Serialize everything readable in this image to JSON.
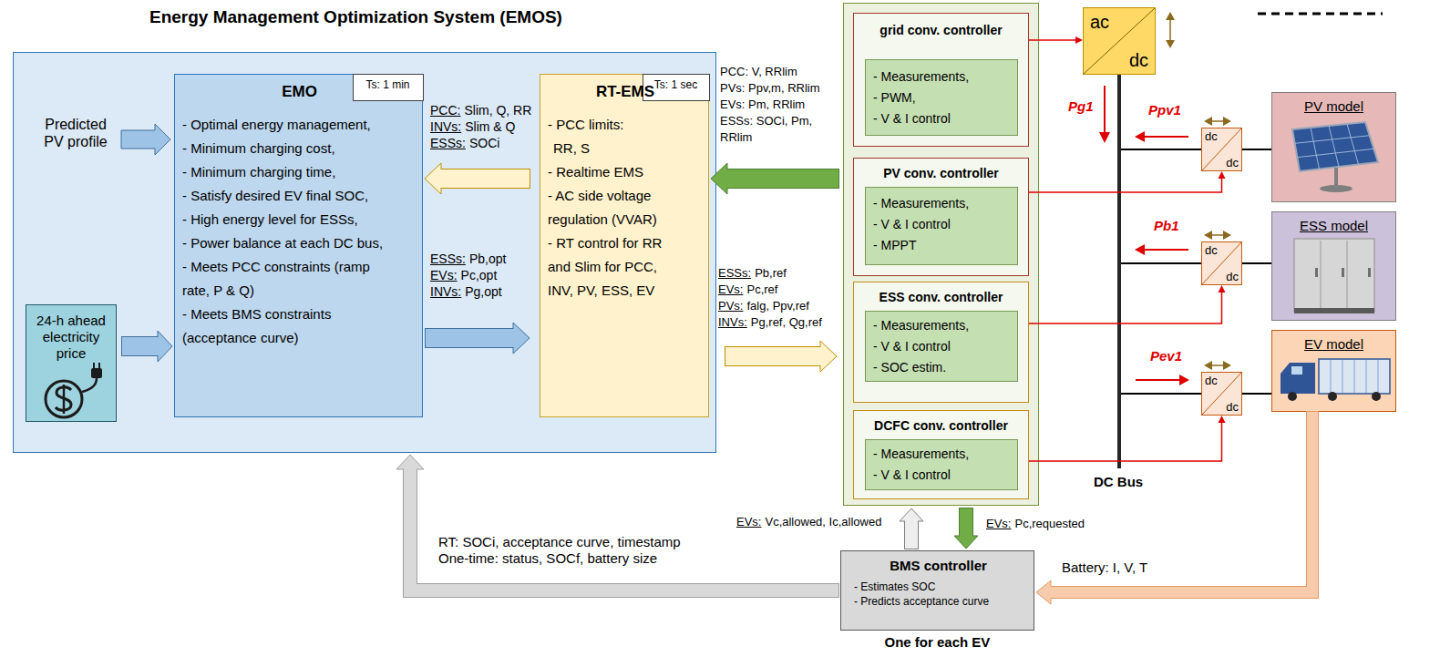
{
  "diagram": {
    "nodes": [
      {
        "text": [
          "Energy Management Optimization System (EMOS)"
        ]
      },
      {
        "text": [
          "EMO",
          "- Optimal energy management,",
          "- Minimum charging cost,",
          "- Minimum charging time,",
          "- Satisfy desired EV final SOC,",
          "- High energy level for ESSs,",
          "- Power balance at each DC bus,",
          "- Meets PCC constraints (ramp rate, P & Q)",
          "- Meets BMS constraints (acceptance curve)"
        ],
        "in": 0
      },
      {
        "text": [
          "Ts: 1 min"
        ],
        "in": 1
      },
      {
        "text": [
          "24-h ahead electricity price"
        ],
        "in": 0
      },
      {
        "text": [
          "RT-EMS",
          "- PCC limits:",
          "RR, S",
          "- Realtime EMS",
          "- AC side voltage regulation (VVAR)",
          "- RT control for RR and Slim for PCC, INV, PV, ESS, EV"
        ],
        "in": 0
      },
      {
        "text": [
          "Ts: 1 sec"
        ],
        "in": 4
      },
      {
        "text": []
      },
      {
        "text": [
          "grid conv. controller"
        ],
        "in": 6
      },
      {
        "text": [
          "- Measurements,",
          "- PWM,",
          "- V & I control"
        ],
        "in": 7
      },
      {
        "text": [
          "PV conv. controller"
        ],
        "in": 6
      },
      {
        "text": [
          "- Measurements,",
          "- V & I control",
          "- MPPT"
        ],
        "in": 9
      },
      {
        "text": [
          "ESS conv. controller"
        ],
        "in": 6
      },
      {
        "text": [
          "- Measurements,",
          "- V & I control",
          "- SOC estim."
        ],
        "in": 11
      },
      {
        "text": [
          "DCFC conv. controller"
        ],
        "in": 6
      },
      {
        "text": [
          "- Measurements,",
          "- V & I control"
        ],
        "in": 13
      },
      {
        "text": [
          "ac",
          "dc"
        ]
      },
      {
        "text": [
          "dc",
          "dc"
        ]
      },
      {
        "text": [
          "PV model"
        ]
      },
      {
        "text": [
          "dc",
          "dc"
        ]
      },
      {
        "text": [
          "ESS model"
        ]
      },
      {
        "text": [
          "dc",
          "dc"
        ]
      },
      {
        "text": [
          "EV model"
        ]
      },
      {
        "text": [
          "BMS controller",
          "- Estimates SOC",
          "- Predicts acceptance curve",
          "One for each EV"
        ]
      }
    ],
    "edges": [
      {
        "from": 3,
        "to": 1,
        "arrow": "to"
      },
      {
        "from": 1,
        "to": 4,
        "arrow": "to"
      },
      {
        "from": 4,
        "to": 1,
        "arrow": "to"
      },
      {
        "from": 6,
        "to": 4,
        "arrow": "to"
      },
      {
        "from": 4,
        "to": 6,
        "arrow": "to"
      },
      {
        "from": 7,
        "to": 15,
        "arrow": "to"
      },
      {
        "from": 9,
        "to": 16,
        "arrow": "to"
      },
      {
        "from": 11,
        "to": 18,
        "arrow": "to"
      },
      {
        "from": 13,
        "to": 20,
        "arrow": "to"
      },
      {
        "from": 16,
        "to": 17,
        "arrow": "none"
      },
      {
        "from": 18,
        "to": 19,
        "arrow": "none"
      },
      {
        "from": 20,
        "to": 21,
        "arrow": "none"
      },
      {
        "from": 21,
        "to": 22,
        "arrow": "to"
      },
      {
        "from": 22,
        "to": 6,
        "arrow": "to"
      },
      {
        "from": 6,
        "to": 22,
        "arrow": "to"
      },
      {
        "from": 22,
        "to": 0,
        "arrow": "to"
      }
    ],
    "labels": [
      "Predicted PV profile",
      "PCC:",
      "Slim, Q, RR",
      "INVs:",
      "Slim & Q",
      "ESSs:",
      "SOCi",
      "ESSs:",
      "Pb,opt",
      "EVs:",
      "Pc,opt",
      "INVs:",
      "Pg,opt",
      "PCC: V, RRlim",
      "PVs: Ppv,m, RRlim",
      "EVs: Pm, RRlim",
      "ESSs: SOCi, Pm, RRlim",
      "ESSs:",
      "Pb,ref",
      "EVs:",
      "Pc,ref",
      "PVs:",
      "falg, Ppv,ref",
      "INVs:",
      "Pg,ref, Qg,ref",
      "Pg1",
      "Ppv1",
      "Pb1",
      "Pev1",
      "DC Bus",
      "RT: SOCi, acceptance curve, timestamp",
      "One-time: status, SOCf, battery size",
      "EVs:",
      "Vc,allowed, Ic,allowed",
      "EVs:",
      "Pc,requested",
      "Battery: I, V, T"
    ]
  }
}
